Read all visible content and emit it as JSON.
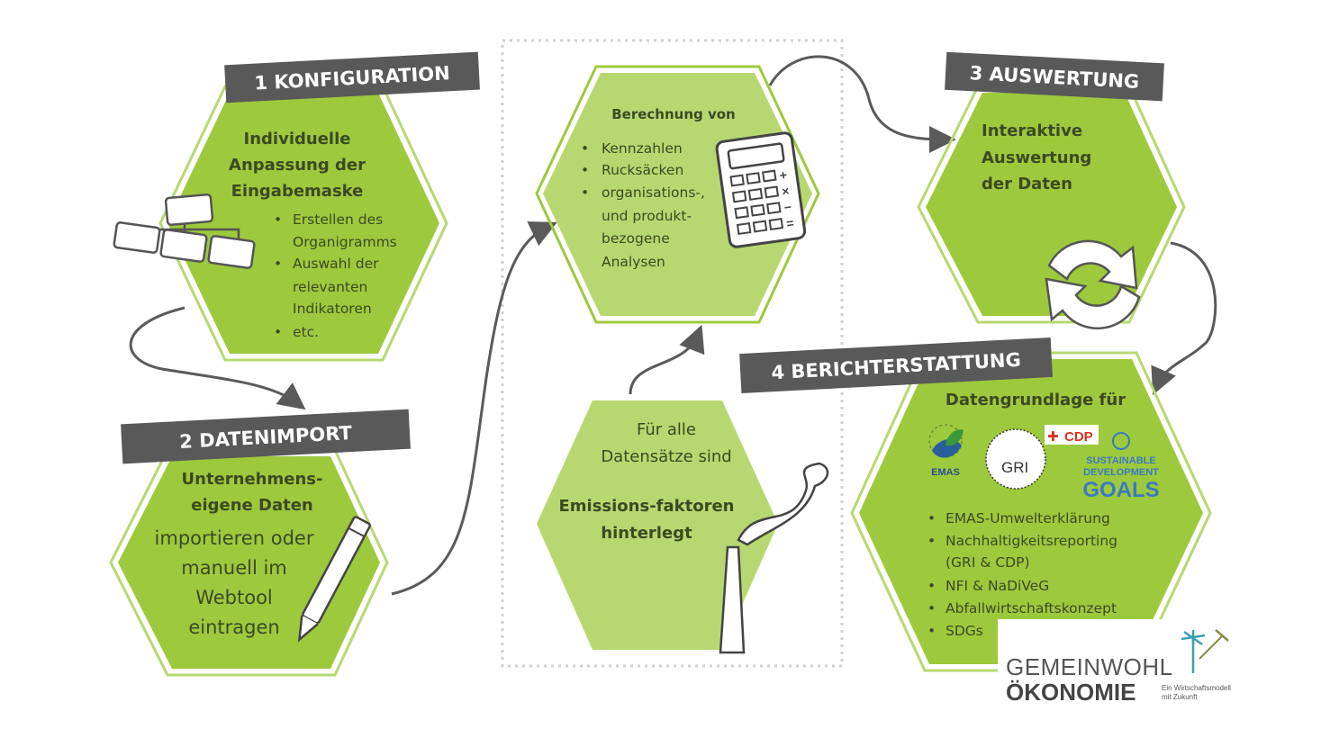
{
  "colors": {
    "hex_fill": "#9dc93d",
    "hex_light": "#b7d870",
    "label_bg": "#595959",
    "text": "#3b4a22",
    "arrow": "#5a5a5a"
  },
  "step1": {
    "label": "1 KONFIGURATION",
    "title": [
      "Individuelle",
      "Anpassung der",
      "Eingabemaske"
    ],
    "bullets": [
      "Erstellen des",
      "Organigramms",
      "Auswahl der",
      "relevanten",
      "Indikatoren",
      "etc."
    ]
  },
  "step2": {
    "label": "2 DATENIMPORT",
    "title": [
      "Unternehmens-",
      "eigene Daten"
    ],
    "body": [
      "importieren oder",
      "manuell im",
      "Webtool",
      "eintragen"
    ]
  },
  "calc": {
    "title": "Berechnung von",
    "bullets": [
      "Kennzahlen",
      "Rucksäcken",
      "organisations-,",
      "und produkt-",
      "bezogene",
      "Analysen"
    ]
  },
  "emissions": {
    "line1": "Für alle",
    "line2": "Datensätze sind",
    "bold": [
      "Emissions-faktoren",
      "hinterlegt"
    ]
  },
  "step3": {
    "label": "3 AUSWERTUNG",
    "title": [
      "Interaktive",
      "Auswertung",
      "der Daten"
    ]
  },
  "step4": {
    "label": "4 BERICHTERSTATTUNG",
    "title": "Datengrundlage für",
    "logos": [
      "EMAS",
      "GRI",
      "CDP",
      "SUSTAINABLE",
      "DEVELOPMENT",
      "GOALS"
    ],
    "bullets": [
      "EMAS-Umwelterklärung",
      "Nachhaltigkeitsreporting",
      "(GRI & CDP)",
      "NFI & NaDiVeG",
      "Abfallwirtschaftskonzept",
      "SDGs"
    ]
  },
  "brand": {
    "line1": "GEMEINWOHL",
    "line2": "ÖKONOMIE",
    "tagline1": "Ein Wirtschaftsmodell",
    "tagline2": "mit Zukunft"
  }
}
